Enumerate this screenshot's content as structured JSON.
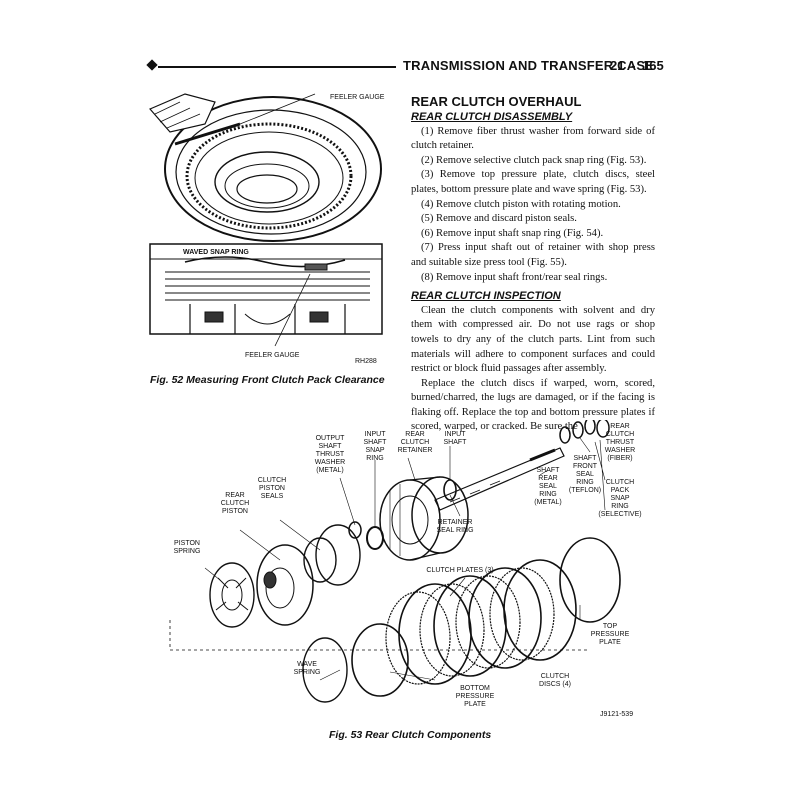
{
  "header": {
    "title": "TRANSMISSION AND TRANSFER CASE",
    "page": "21 - 165"
  },
  "section_title": "REAR CLUTCH OVERHAUL",
  "disassembly": {
    "heading": "REAR CLUTCH DISASSEMBLY",
    "steps": [
      "(1) Remove fiber thrust washer from forward side of clutch retainer.",
      "(2) Remove selective clutch pack snap ring (Fig. 53).",
      "(3) Remove top pressure plate, clutch discs, steel plates, bottom pressure plate and wave spring (Fig. 53).",
      "(4) Remove clutch piston with rotating motion.",
      "(5) Remove and discard piston seals.",
      "(6) Remove input shaft snap ring (Fig. 54).",
      "(7) Press input shaft out of retainer with shop press and suitable size press tool (Fig. 55).",
      "(8) Remove input shaft front/rear seal rings."
    ]
  },
  "inspection": {
    "heading": "REAR CLUTCH INSPECTION",
    "paragraphs": [
      "Clean the clutch components with solvent and dry them with compressed air. Do not use rags or shop towels to dry any of the clutch parts. Lint from such materials will adhere to component surfaces and could restrict or block fluid passages after assembly.",
      "Replace the clutch discs if warped, worn, scored, burned/charred, the lugs are damaged, or if the facing is flaking off. Replace the top and bottom pressure plates if scored, warped, or cracked. Be sure the"
    ]
  },
  "fig52": {
    "caption": "Fig. 52 Measuring Front Clutch Pack Clearance",
    "labels": {
      "feeler_top": "FEELER GAUGE",
      "waved": "WAVED SNAP RING",
      "feeler_bottom": "FEELER GAUGE",
      "code": "RH288"
    }
  },
  "fig53": {
    "caption": "Fig. 53 Rear Clutch Components",
    "code": "J9121-539",
    "labels": {
      "output_washer": [
        "OUTPUT",
        "SHAFT",
        "THRUST",
        "WASHER",
        "(METAL)"
      ],
      "input_snap": [
        "INPUT",
        "SHAFT",
        "SNAP",
        "RING"
      ],
      "retainer": [
        "REAR",
        "CLUTCH",
        "RETAINER"
      ],
      "input_shaft": [
        "INPUT",
        "SHAFT"
      ],
      "thrust_washer": [
        "REAR",
        "CLUTCH",
        "THRUST",
        "WASHER",
        "(FIBER)"
      ],
      "rear_seal": [
        "SHAFT",
        "REAR",
        "SEAL",
        "RING",
        "(METAL)"
      ],
      "front_seal": [
        "SHAFT",
        "FRONT",
        "SEAL",
        "RING",
        "(TEFLON)"
      ],
      "pack_snap": [
        "CLUTCH",
        "PACK",
        "SNAP",
        "RING",
        "(SELECTIVE)"
      ],
      "piston_seals": [
        "CLUTCH",
        "PISTON",
        "SEALS"
      ],
      "piston": [
        "REAR",
        "CLUTCH",
        "PISTON"
      ],
      "retainer_seal": [
        "RETAINER",
        "SEAL RING"
      ],
      "piston_spring": [
        "PISTON",
        "SPRING"
      ],
      "clutch_plates": [
        "CLUTCH PLATES (3)"
      ],
      "top_plate": [
        "TOP",
        "PRESSURE",
        "PLATE"
      ],
      "wave_spring": [
        "WAVE",
        "SPRING"
      ],
      "discs": [
        "CLUTCH",
        "DISCS (4)"
      ],
      "bottom_plate": [
        "BOTTOM",
        "PRESSURE",
        "PLATE"
      ]
    }
  }
}
